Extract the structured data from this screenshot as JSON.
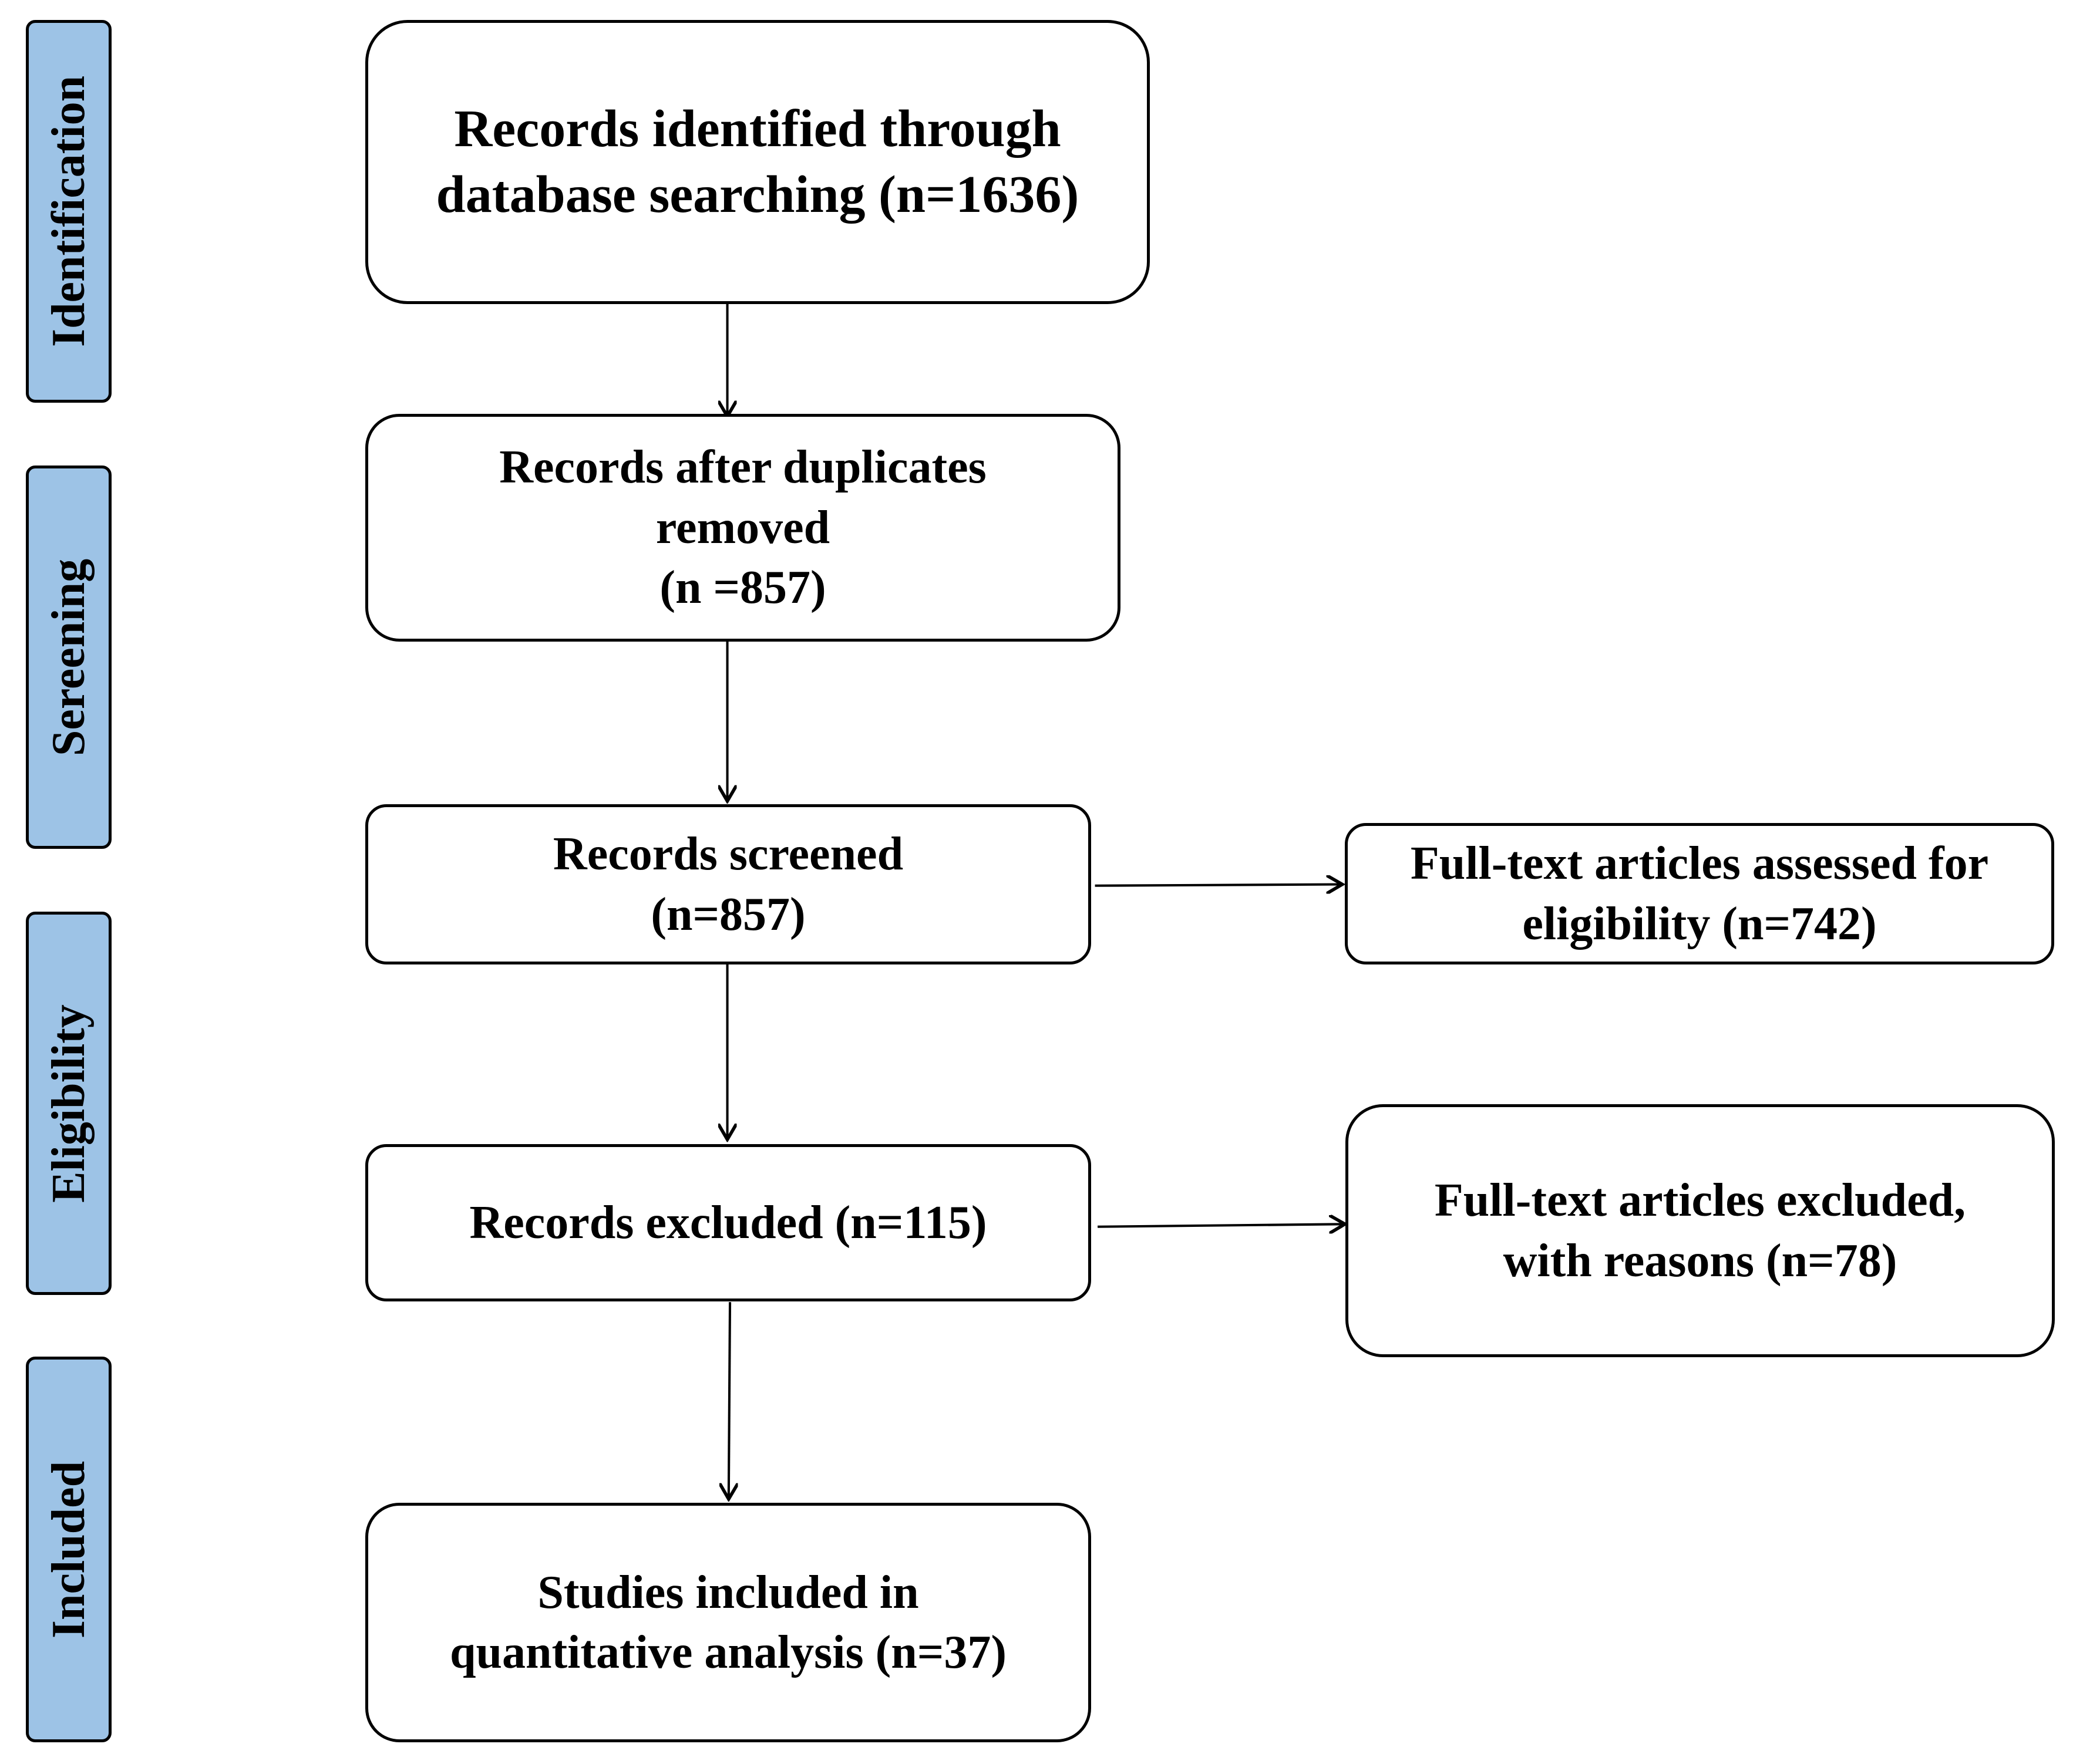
{
  "stages": [
    {
      "label": "Identification"
    },
    {
      "label": "Sereening"
    },
    {
      "label": "Eligibility"
    },
    {
      "label": "Included"
    }
  ],
  "boxes": {
    "identified": {
      "lines": [
        "Records identified through",
        "database searching (n=1636)"
      ]
    },
    "deduplicated": {
      "lines": [
        "Records after duplicates",
        "removed",
        "(n =857)"
      ]
    },
    "screened": {
      "lines": [
        "Records screened",
        "(n=857)"
      ]
    },
    "excluded": {
      "lines": [
        "Records excluded (n=115)"
      ]
    },
    "included": {
      "lines": [
        "Studies included in",
        "quantitative analysis (n=37)"
      ]
    },
    "assessed": {
      "lines": [
        "Full-text articles assessed for",
        "eligibility (n=742)"
      ]
    },
    "fulltext_excluded": {
      "lines": [
        "Full-text articles excluded,",
        "with reasons (n=78)"
      ]
    }
  },
  "colors": {
    "stage_fill": "#9dc3e6",
    "stroke": "#000000",
    "box_fill": "#ffffff"
  }
}
